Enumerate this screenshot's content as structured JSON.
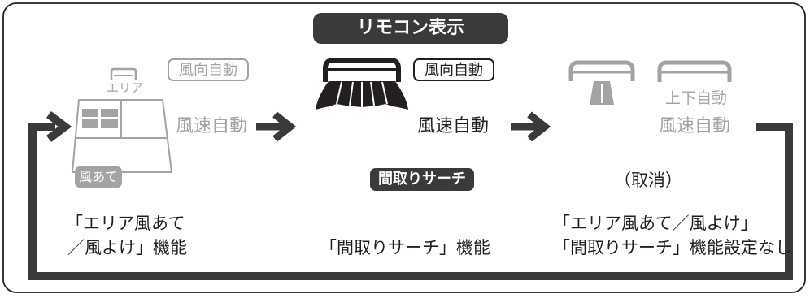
{
  "header": {
    "remote_display_label": "リモコン表示"
  },
  "step_area": {
    "area_icon_label": "エリア",
    "wind_direction_auto": "風向自動",
    "wind_speed_auto": "風速自動",
    "kaze_ate_badge": "風あて",
    "caption_line1": "「エリア風あて",
    "caption_line2": "／風よけ」機能"
  },
  "step_madori": {
    "wind_direction_auto": "風向自動",
    "wind_speed_auto": "風速自動",
    "madori_search_badge": "間取りサーチ",
    "caption": "「間取りサーチ」機能"
  },
  "step_cancel": {
    "updown_auto": "上下自動",
    "wind_speed_auto": "風速自動",
    "cancel_label": "（取消）",
    "caption_line1": "「エリア風あて／風よけ」",
    "caption_line2": "「間取りサーチ」機能設定なし"
  },
  "colors": {
    "ink": "#231f20",
    "muted": "#a3a3a3",
    "badge_fill": "#3a3a3a"
  }
}
